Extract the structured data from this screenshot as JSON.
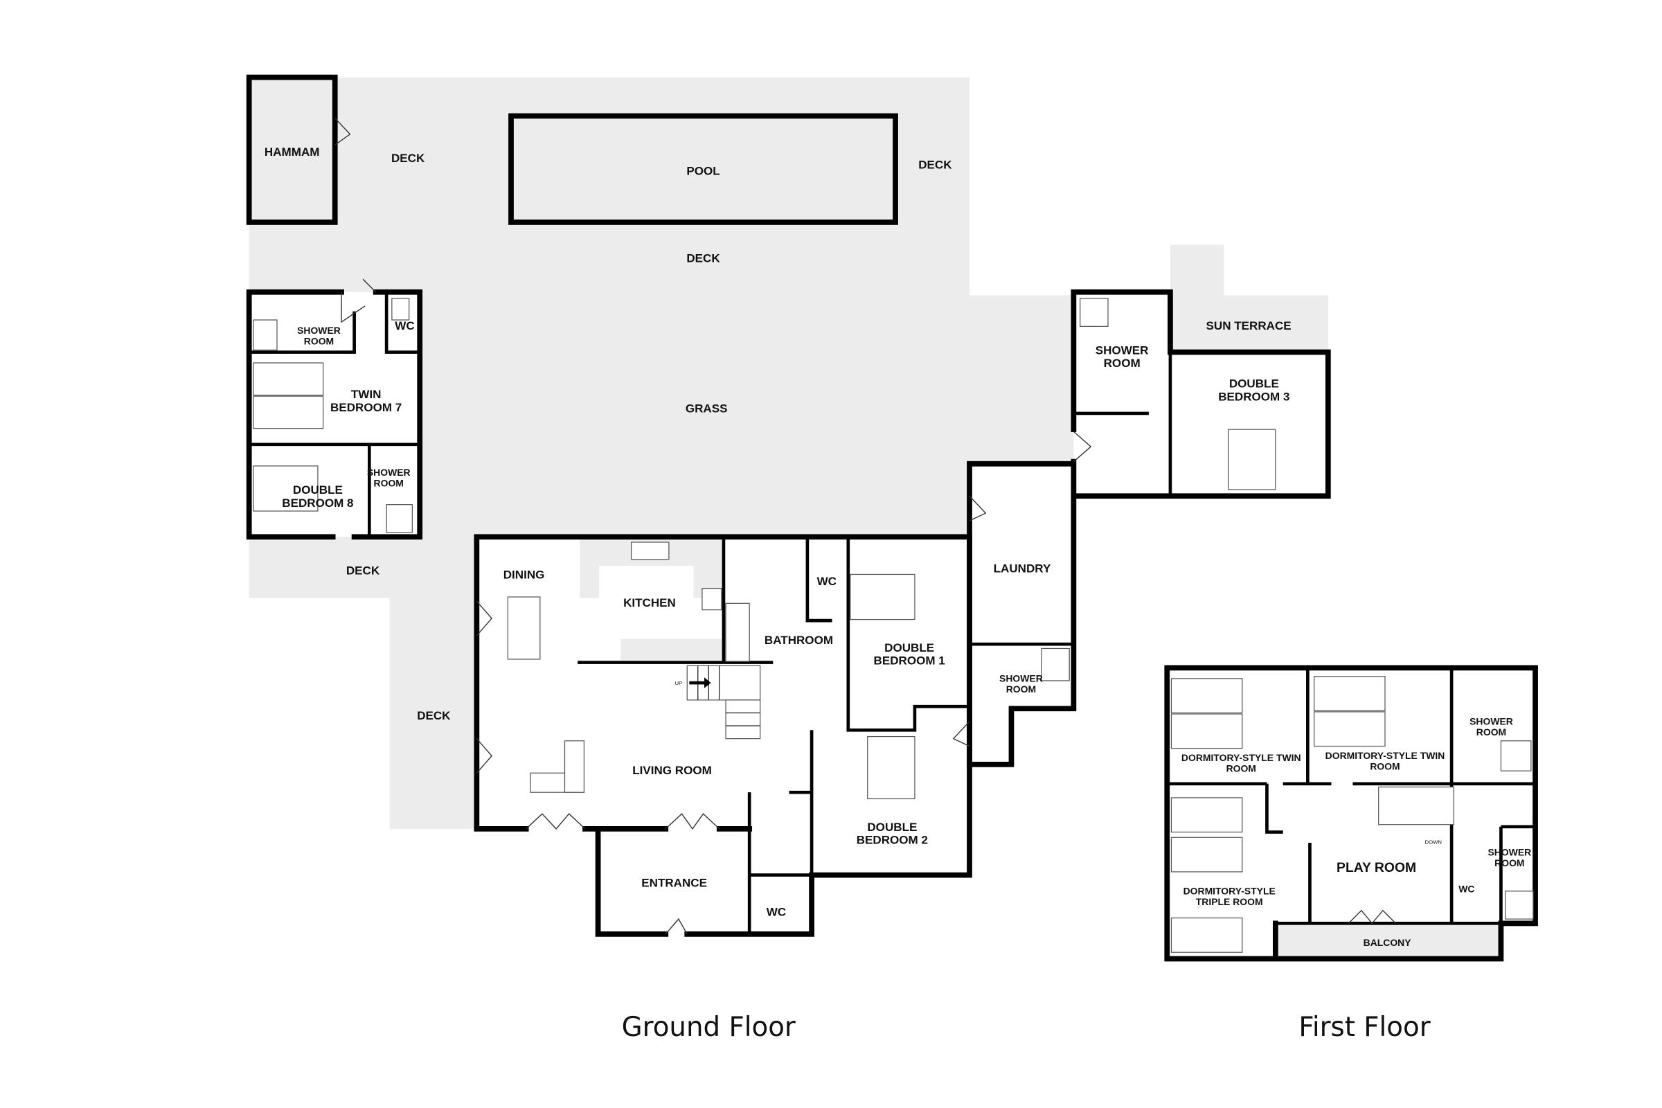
{
  "floors": [
    {
      "title": "Ground Floor"
    },
    {
      "title": "First Floor"
    }
  ],
  "ground": {
    "hammam": "HAMMAM",
    "deck_top_left": "DECK",
    "pool": "POOL",
    "deck_top_right": "DECK",
    "deck_mid": "DECK",
    "grass": "GRASS",
    "deck_bottom_left": "DECK",
    "deck_side": "DECK",
    "shower_room_7": [
      "SHOWER",
      "ROOM"
    ],
    "wc_7": "WC",
    "twin_bedroom_7": [
      "TWIN",
      "BEDROOM 7"
    ],
    "double_bedroom_8": [
      "DOUBLE",
      "BEDROOM 8"
    ],
    "shower_room_8": [
      "SHOWER",
      "ROOM"
    ],
    "dining": "DINING",
    "kitchen": "KITCHEN",
    "bathroom": "BATHROOM",
    "wc_bath": "WC",
    "double_bedroom_1": [
      "DOUBLE",
      "BEDROOM 1"
    ],
    "laundry": "LAUNDRY",
    "shower_room_laundry": [
      "SHOWER",
      "ROOM"
    ],
    "living_room": "LIVING ROOM",
    "stairs_up": "UP",
    "double_bedroom_2": [
      "DOUBLE",
      "BEDROOM 2"
    ],
    "entrance": "ENTRANCE",
    "wc_entrance": "WC",
    "shower_room_3": [
      "SHOWER",
      "ROOM"
    ],
    "sun_terrace": "SUN TERRACE",
    "double_bedroom_3": [
      "DOUBLE",
      "BEDROOM 3"
    ]
  },
  "first": {
    "dorm_twin_1": [
      "DORMITORY-STYLE TWIN",
      "ROOM"
    ],
    "dorm_twin_2": [
      "DORMITORY-STYLE TWIN",
      "ROOM"
    ],
    "shower_room_a": [
      "SHOWER",
      "ROOM"
    ],
    "dorm_triple": [
      "DORMITORY-STYLE",
      "TRIPLE ROOM"
    ],
    "play_room": "PLAY ROOM",
    "stairs_down": "DOWN",
    "shower_room_b": [
      "SHOWER",
      "ROOM"
    ],
    "wc": "WC",
    "balcony": "BALCONY"
  }
}
